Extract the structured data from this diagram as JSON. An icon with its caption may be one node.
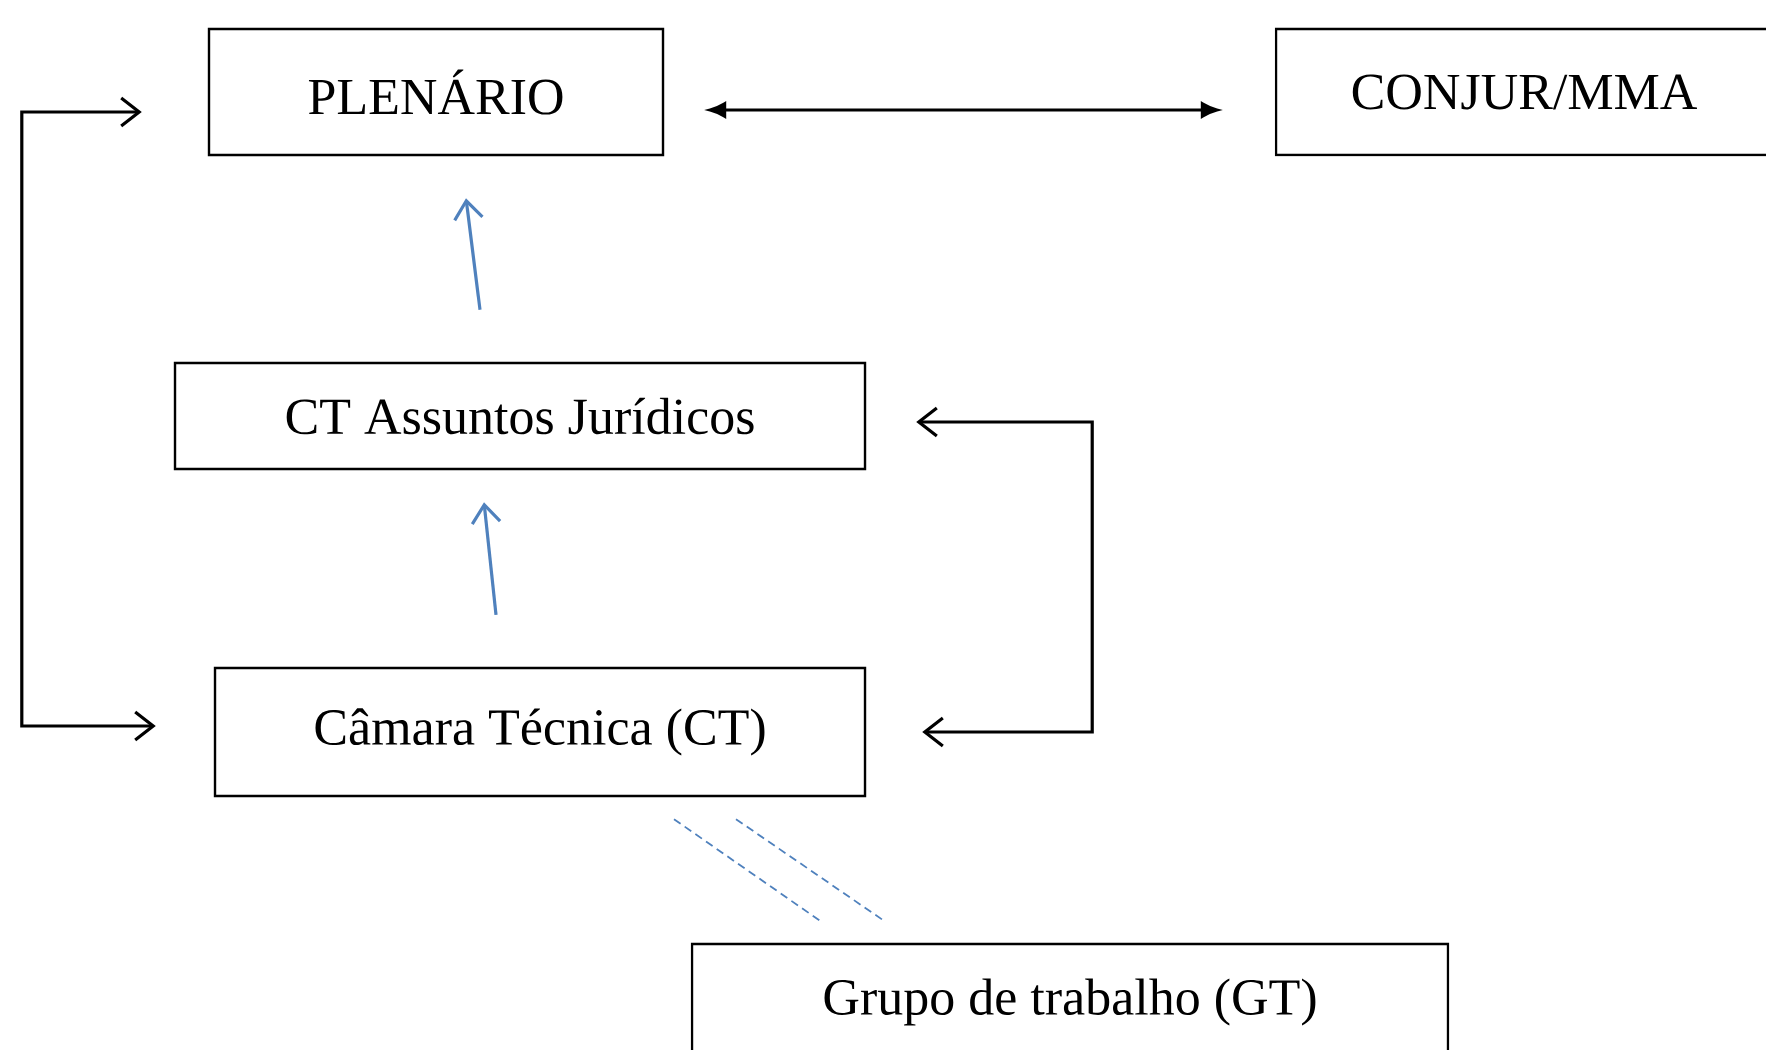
{
  "diagram": {
    "nodes": [
      {
        "text": [
          "PLENÁRIO"
        ]
      },
      {
        "text": [
          "CONJUR/MMA"
        ]
      },
      {
        "text": [
          "CT Assuntos Jurídicos"
        ]
      },
      {
        "text": [
          "Câmara Técnica (CT)"
        ]
      },
      {
        "text": [
          "Grupo de trabalho (GT)"
        ]
      }
    ],
    "edges": [
      {
        "from": 0,
        "to": 1,
        "arrow": "both",
        "color": "#000000"
      },
      {
        "from": 2,
        "to": 0,
        "arrow": "to",
        "color": "#4f81bd"
      },
      {
        "from": 3,
        "to": 2,
        "arrow": "to",
        "color": "#4f81bd"
      },
      {
        "from": 0,
        "to": 3,
        "arrow": "both",
        "color": "#000000"
      },
      {
        "from": 2,
        "to": 3,
        "arrow": "both",
        "color": "#000000"
      },
      {
        "from": 3,
        "to": 4,
        "arrow": "none",
        "style": "dashed",
        "color": "#4f81bd"
      },
      {
        "from": 3,
        "to": 4,
        "arrow": "none",
        "style": "dashed",
        "color": "#4f81bd"
      }
    ]
  }
}
